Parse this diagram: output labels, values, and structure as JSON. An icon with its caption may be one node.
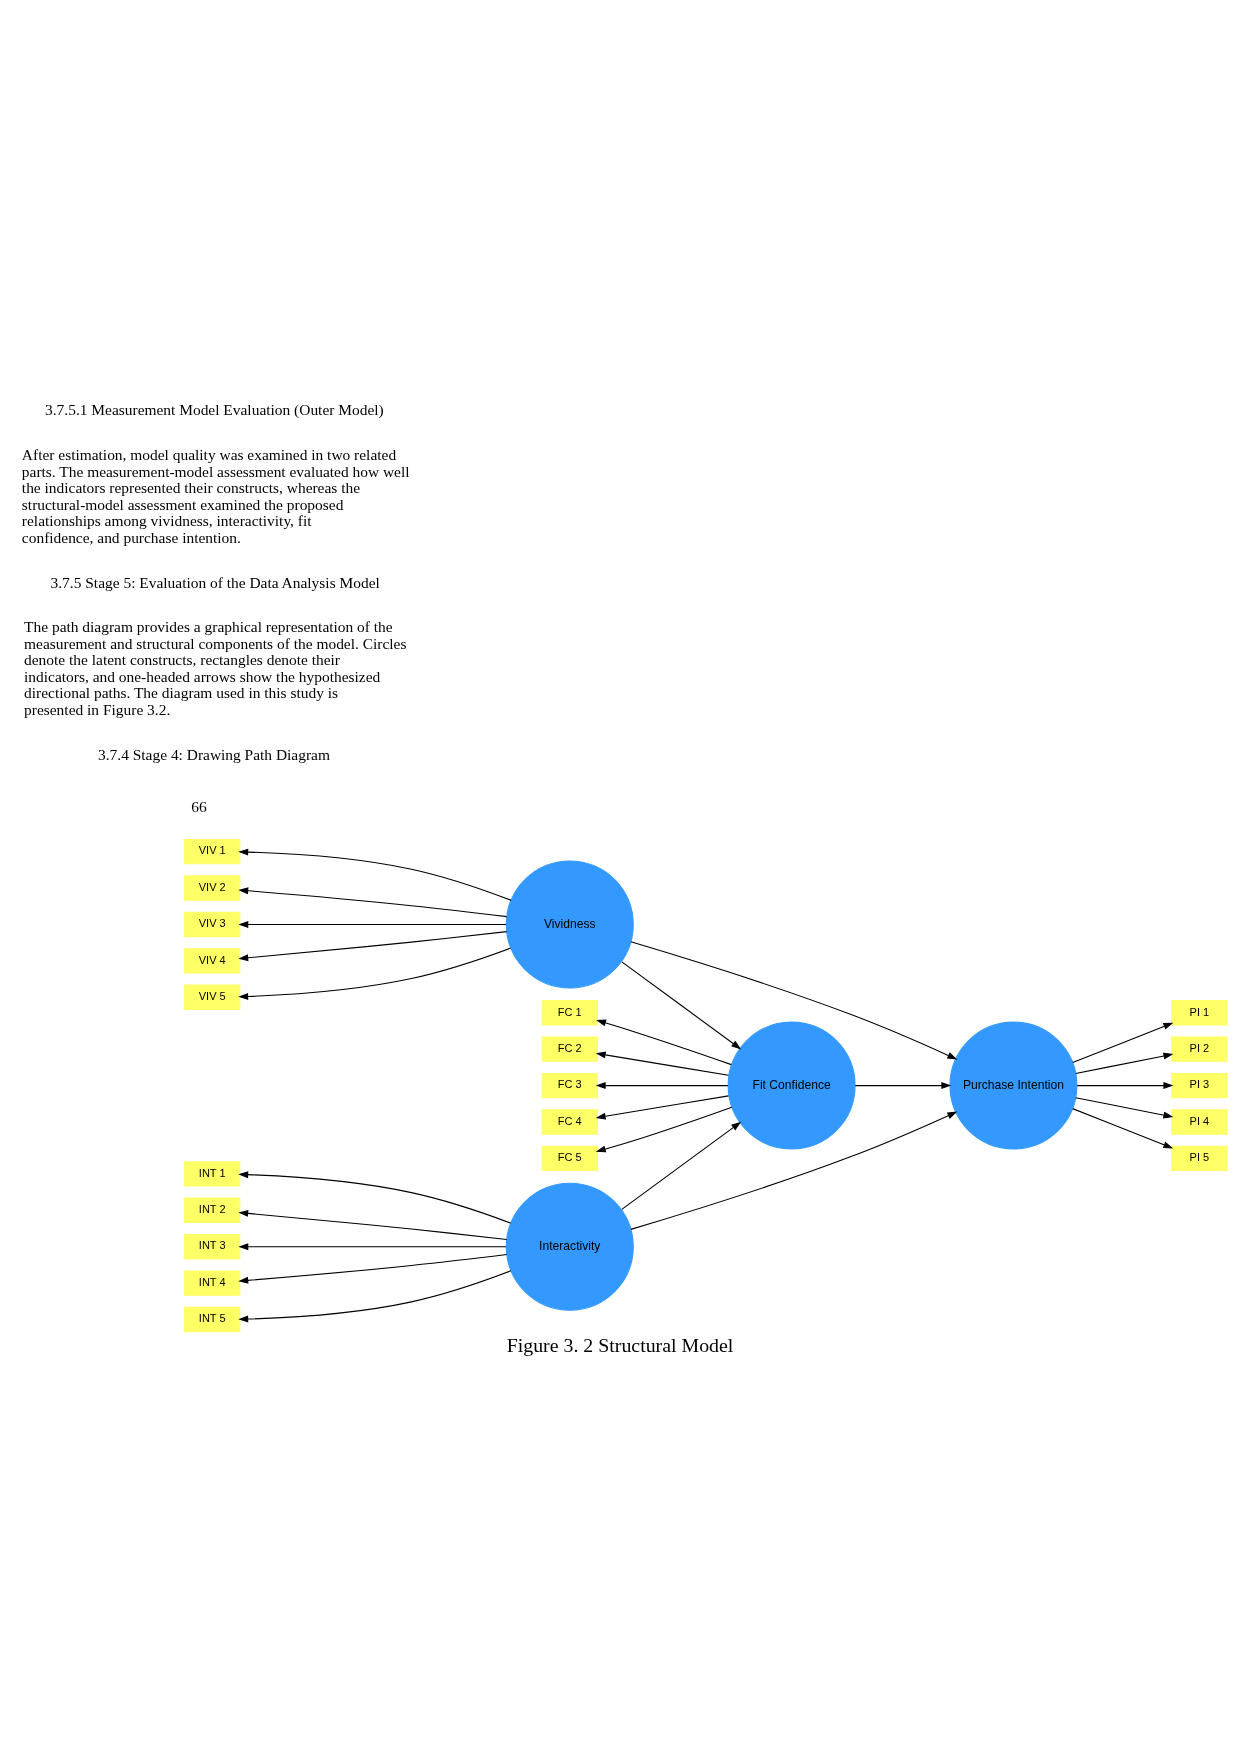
{
  "diagram": {
    "caption": "Figure 3. 2 Structural Model",
    "nodes": [
      {
        "text": [
          "VIV 1"
        ]
      },
      {
        "text": [
          "VIV 2"
        ]
      },
      {
        "text": [
          "VIV 3"
        ]
      },
      {
        "text": [
          "VIV 4"
        ]
      },
      {
        "text": [
          "VIV 5"
        ]
      },
      {
        "text": [
          "Vividness"
        ]
      },
      {
        "text": [
          "FC 1"
        ]
      },
      {
        "text": [
          "FC 2"
        ]
      },
      {
        "text": [
          "FC 3"
        ]
      },
      {
        "text": [
          "FC 4"
        ]
      },
      {
        "text": [
          "FC 5"
        ]
      },
      {
        "text": [
          "Fit Confidence"
        ]
      },
      {
        "text": [
          "Purchase Intention"
        ]
      },
      {
        "text": [
          "PI 1"
        ]
      },
      {
        "text": [
          "PI 2"
        ]
      },
      {
        "text": [
          "PI 3"
        ]
      },
      {
        "text": [
          "PI 4"
        ]
      },
      {
        "text": [
          "PI 5"
        ]
      },
      {
        "text": [
          "INT 1"
        ]
      },
      {
        "text": [
          "INT 2"
        ]
      },
      {
        "text": [
          "INT 3"
        ]
      },
      {
        "text": [
          "INT 4"
        ]
      },
      {
        "text": [
          "INT 5"
        ]
      },
      {
        "text": [
          "Interactivity"
        ]
      }
    ],
    "edges": [
      {
        "from": 5,
        "to": 0,
        "arrow": "to"
      },
      {
        "from": 5,
        "to": 1,
        "arrow": "to"
      },
      {
        "from": 5,
        "to": 2,
        "arrow": "to"
      },
      {
        "from": 5,
        "to": 3,
        "arrow": "to"
      },
      {
        "from": 5,
        "to": 4,
        "arrow": "to"
      },
      {
        "from": 11,
        "to": 6,
        "arrow": "to"
      },
      {
        "from": 11,
        "to": 7,
        "arrow": "to"
      },
      {
        "from": 11,
        "to": 8,
        "arrow": "to"
      },
      {
        "from": 11,
        "to": 9,
        "arrow": "to"
      },
      {
        "from": 11,
        "to": 10,
        "arrow": "to"
      },
      {
        "from": 12,
        "to": 13,
        "arrow": "to"
      },
      {
        "from": 12,
        "to": 14,
        "arrow": "to"
      },
      {
        "from": 12,
        "to": 15,
        "arrow": "to"
      },
      {
        "from": 12,
        "to": 16,
        "arrow": "to"
      },
      {
        "from": 12,
        "to": 17,
        "arrow": "to"
      },
      {
        "from": 23,
        "to": 18,
        "arrow": "to"
      },
      {
        "from": 23,
        "to": 19,
        "arrow": "to"
      },
      {
        "from": 23,
        "to": 20,
        "arrow": "to"
      },
      {
        "from": 23,
        "to": 21,
        "arrow": "to"
      },
      {
        "from": 23,
        "to": 22,
        "arrow": "to"
      },
      {
        "from": 5,
        "to": 11,
        "arrow": "to"
      },
      {
        "from": 5,
        "to": 12,
        "arrow": "to"
      },
      {
        "from": 11,
        "to": 12,
        "arrow": "to"
      },
      {
        "from": 23,
        "to": 11,
        "arrow": "to"
      },
      {
        "from": 23,
        "to": 12,
        "arrow": "to"
      }
    ],
    "labels": [
      "66",
      "3.7.4 Stage 4: Drawing Path Diagram",
      "The path diagram provides a graphical representation of the measurement and structural components of the model. Circles denote the latent constructs, rectangles denote their indicators, and one-headed arrows show the hypothesized directional paths. The diagram used in this study is presented in Figure 3.2.",
      "3.7.5 Stage 5: Evaluation of the Data Analysis Model",
      "After estimation, model quality was examined in two related parts. The measurement-model assessment evaluated how well the indicators represented their constructs, whereas the structural-model assessment examined the proposed relationships among vividness, interactivity, fit confidence, and purchase intention.",
      "3.7.5.1 Measurement Model Evaluation (Outer Model)"
    ]
  }
}
